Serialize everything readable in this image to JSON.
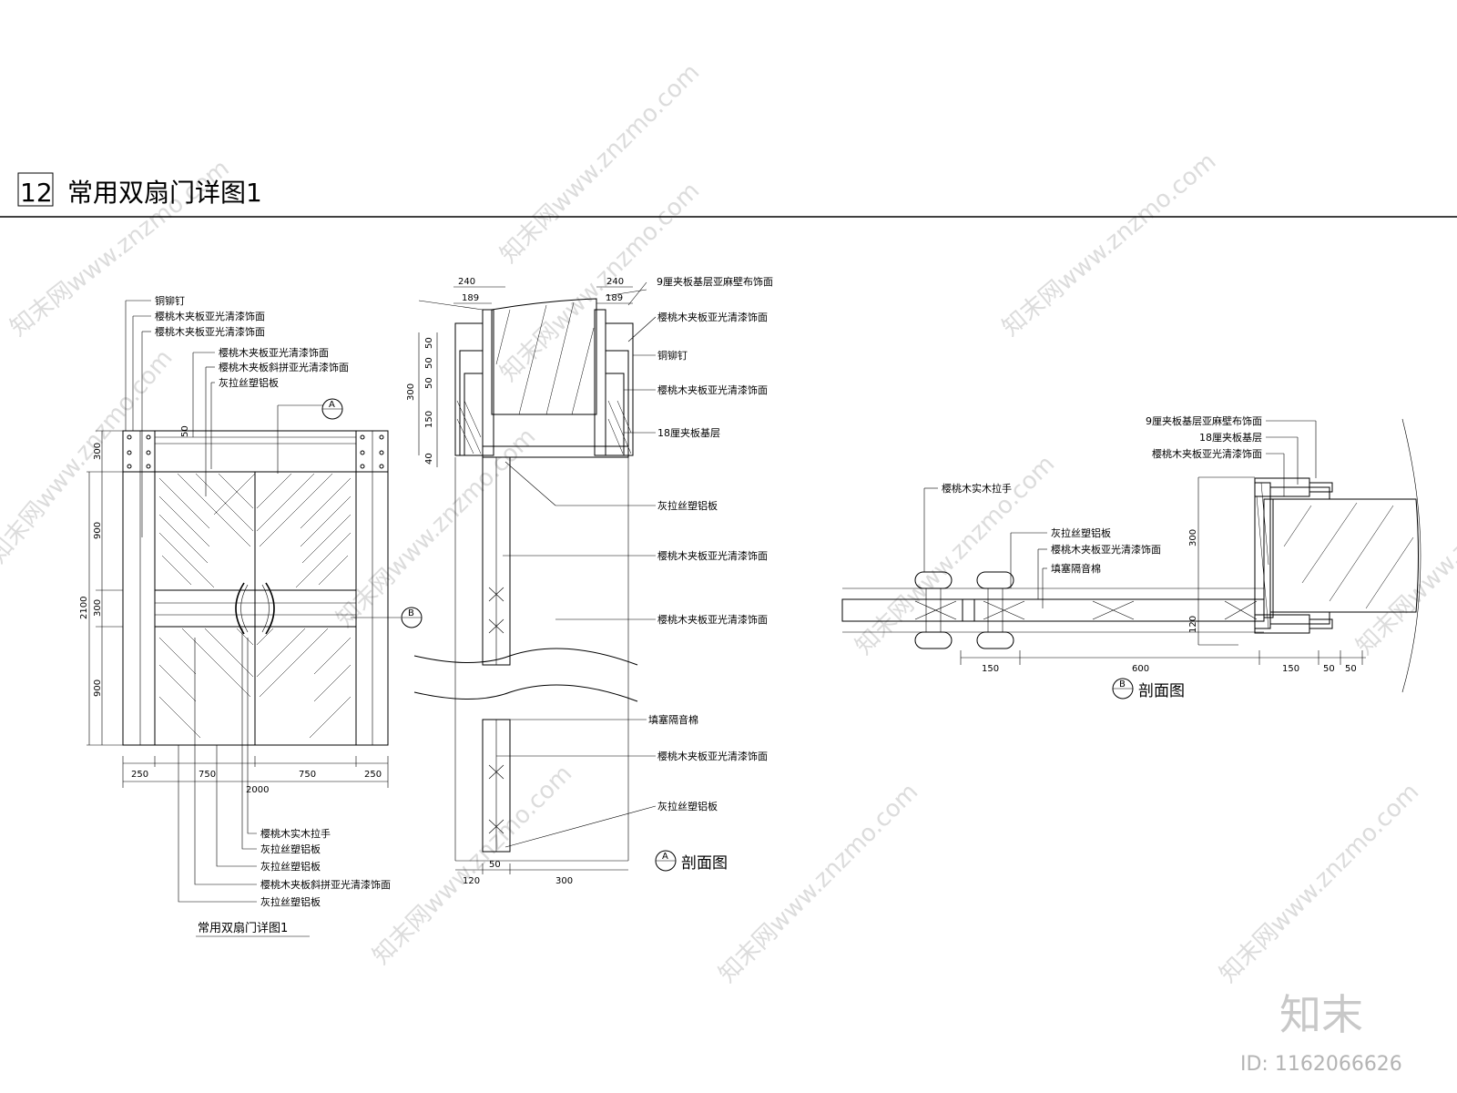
{
  "header": {
    "number": "12",
    "title": "常用双扇门详图1"
  },
  "elevation": {
    "caption": "常用双扇门详图1",
    "labels_top": [
      "铜铆钉",
      "樱桃木夹板亚光清漆饰面",
      "樱桃木夹板亚光清漆饰面",
      "樱桃木夹板亚光清漆饰面",
      "樱桃木夹板斜拼亚光清漆饰面",
      "灰拉丝塑铝板"
    ],
    "labels_bottom": [
      "樱桃木实木拉手",
      "灰拉丝塑铝板",
      "灰拉丝塑铝板",
      "樱桃木夹板斜拼亚光清漆饰面",
      "灰拉丝塑铝板"
    ],
    "dims_bottom": [
      "250",
      "750",
      "750",
      "250"
    ],
    "dim_total": "2000",
    "dims_left": [
      "300",
      "900",
      "300",
      "900"
    ],
    "dim_height": "2100",
    "dim_50": "50",
    "marker_a": "A",
    "marker_b": "B"
  },
  "section_a": {
    "caption": "剖面图",
    "marker": "A",
    "dims_top": [
      "240",
      "189",
      "240",
      "189"
    ],
    "dims_left": [
      "50",
      "50",
      "50",
      "150",
      "40"
    ],
    "dim_300": "300",
    "dims_bottom": [
      "50",
      "120",
      "300"
    ],
    "labels": [
      "9厘夹板基层亚麻壁布饰面",
      "樱桃木夹板亚光清漆饰面",
      "铜铆钉",
      "樱桃木夹板亚光清漆饰面",
      "18厘夹板基层",
      "灰拉丝塑铝板",
      "樱桃木夹板亚光清漆饰面",
      "樱桃木夹板亚光清漆饰面",
      "填塞隔音棉",
      "樱桃木夹板亚光清漆饰面",
      "灰拉丝塑铝板"
    ]
  },
  "section_b": {
    "caption": "剖面图",
    "marker": "B",
    "labels_right": [
      "9厘夹板基层亚麻壁布饰面",
      "18厘夹板基层",
      "樱桃木夹板亚光清漆饰面"
    ],
    "labels_left": [
      "樱桃木实木拉手",
      "灰拉丝塑铝板",
      "樱桃木夹板亚光清漆饰面",
      "填塞隔音棉"
    ],
    "dims_bottom": [
      "150",
      "600",
      "150",
      "50",
      "50"
    ],
    "dims_right": [
      "300",
      "120"
    ]
  },
  "watermark": {
    "text": "知末网www.znzmo.com",
    "logo": "知末",
    "id": "ID: 1162066626"
  }
}
